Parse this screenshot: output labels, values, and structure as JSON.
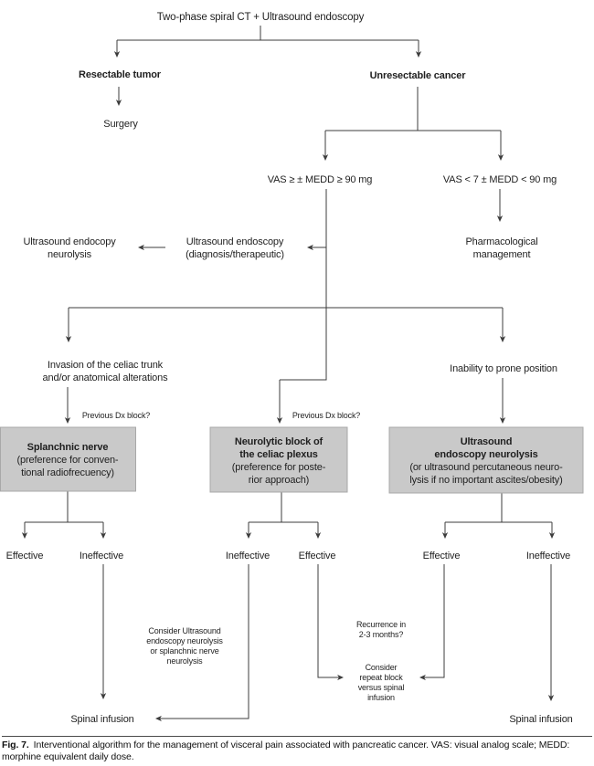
{
  "figure": {
    "caption_label": "Fig. 7.",
    "caption_text": "Interventional algorithm for the management of visceral pain associated with pancreatic cancer. VAS: visual analog scale; MEDD: morphine equivalent daily dose."
  },
  "colors": {
    "box_fill": "#c9c9c9",
    "box_border": "#a8a8a8",
    "line": "#3c3c3c",
    "text": "#1f1f1f"
  },
  "nodes": {
    "title": "Two-phase spiral CT + Ultrasound endoscopy",
    "resectable": "Resectable tumor",
    "surgery": "Surgery",
    "unresectable": "Unresectable cancer",
    "vas_high": "VAS ≥ ± MEDD ≥ 90 mg",
    "vas_low": "VAS < 7 ± MEDD < 90 mg",
    "us_neurolysis": [
      "Ultrasound endocopy",
      "neurolysis"
    ],
    "us_endoscopy": [
      "Ultrasound endoscopy",
      "(diagnosis/therapeutic)"
    ],
    "pharmacological": [
      "Pharmacological",
      "management"
    ],
    "invasion": [
      "Invasion of the celiac trunk",
      "and/or anatomical alterations"
    ],
    "inability": "Inability to prone position",
    "previous_dx_left": "Previous Dx block?",
    "previous_dx_middle": "Previous Dx block?",
    "splanchnic_box": {
      "title": "Splanchnic nerve",
      "sub": [
        "(preference for conven-",
        "tional radiofrecuency)"
      ]
    },
    "neurolytic_box": {
      "title": [
        "Neurolytic block of",
        "the celiac plexus"
      ],
      "sub": [
        "(preference for poste-",
        "rior approach)"
      ]
    },
    "us_neurolysis_box": {
      "title": [
        "Ultrasound",
        "endoscopy neurolysis"
      ],
      "sub": [
        "(or ultrasound percutaneous neuro-",
        "lysis if no important ascites/obesity)"
      ]
    },
    "outcomes": {
      "left_effective": "Effective",
      "left_ineffective": "Ineffective",
      "middle_ineffective": "Ineffective",
      "middle_effective": "Effective",
      "right_effective": "Effective",
      "right_ineffective": "Ineffective"
    },
    "consider_us": [
      "Consider Ultrasound",
      "endoscopy neurolysis",
      "or splanchnic nerve",
      "neurolysis"
    ],
    "recurrence": [
      "Recurrence in",
      "2-3 months?"
    ],
    "consider_repeat": [
      "Consider",
      "repeat block",
      "versus spinal",
      "infusion"
    ],
    "spinal_left": "Spinal infusion",
    "spinal_right": "Spinal infusion"
  }
}
